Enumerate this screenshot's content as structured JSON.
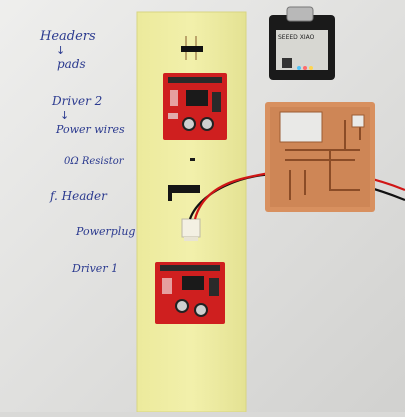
{
  "notes": {
    "headers": "Headers",
    "pads": "pads",
    "driver2": "Driver 2",
    "power_wires": "Power wires",
    "resistor": "0Ω Resistor",
    "f_header": "f. Header",
    "power_plug": "Powerplug",
    "driver1": "Driver 1"
  },
  "board_label": "SEEED XIAO"
}
